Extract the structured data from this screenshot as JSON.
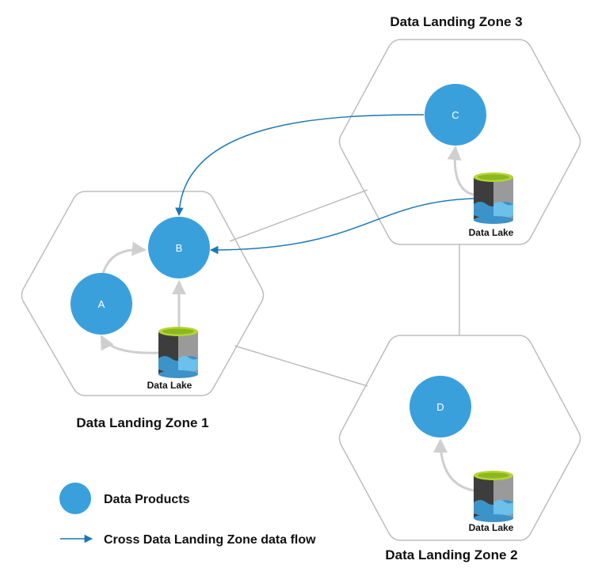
{
  "colors": {
    "data_product": "#3aa0dc",
    "cross_flow": "#1a77b5",
    "internal_flow": "#cfcfcf",
    "hexagon_border": "#bdbdbd",
    "connector": "#bdbdbd"
  },
  "zones": {
    "zone1": {
      "title": "Data Landing Zone 1",
      "lake_label": "Data Lake"
    },
    "zone2": {
      "title": "Data Landing Zone 2",
      "lake_label": "Data Lake"
    },
    "zone3": {
      "title": "Data Landing Zone 3",
      "lake_label": "Data Lake"
    }
  },
  "data_products": {
    "a": "A",
    "b": "B",
    "c": "C",
    "d": "D"
  },
  "legend": {
    "data_products": "Data Products",
    "cross_flow": "Cross Data Landing Zone data flow"
  }
}
